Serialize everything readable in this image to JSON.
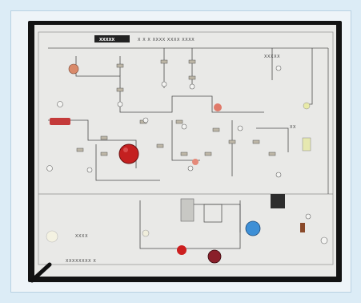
{
  "image": {
    "subject": "electronics trainer board with circuit components",
    "colors": {
      "background": "#dcecf6",
      "housing": "#131313",
      "panel": "#e9e9e7",
      "trace": "#4a4a4a",
      "red_knob": "#c42020",
      "blue_pot": "#3d8fd6"
    }
  },
  "board": {
    "brand_text": "XXXXX",
    "title_text": "X X X  XXXX  XXXX  XXXX",
    "small_labels": [
      "XXXX",
      "XX",
      "XXXXX",
      "XXXXXXXX X"
    ]
  }
}
